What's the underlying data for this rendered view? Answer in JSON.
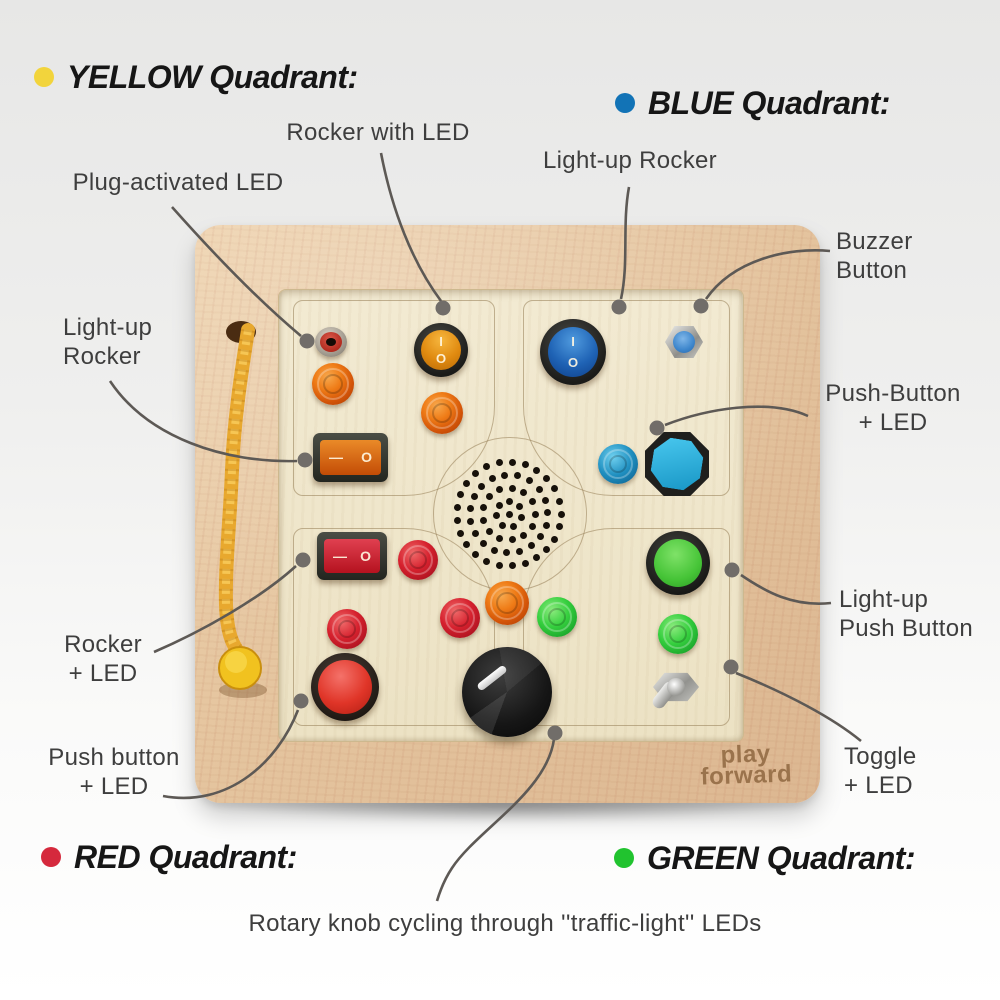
{
  "headings": {
    "yellow": {
      "label": "YELLOW Quadrant:",
      "dot_color": "#f2d43c"
    },
    "blue": {
      "label": "BLUE Quadrant:",
      "dot_color": "#1273b6"
    },
    "red": {
      "label": "RED Quadrant:",
      "dot_color": "#d5293d"
    },
    "green": {
      "label": "GREEN Quadrant:",
      "dot_color": "#21c32f"
    }
  },
  "labels": {
    "rocker_with_led": "Rocker with LED",
    "plug_activated_led": "Plug-activated LED",
    "light_up_rocker_top": "Light-up Rocker",
    "buzzer_button_line1": "Buzzer",
    "buzzer_button_line2": "Button",
    "push_button_led_line1": "Push-Button",
    "push_button_led_line2": "+ LED",
    "light_up_rocker_left_line1": "Light-up",
    "light_up_rocker_left_line2": "Rocker",
    "rocker_led_line1": "Rocker",
    "rocker_led_line2": "+ LED",
    "push_button_red_line1": "Push button",
    "push_button_red_line2": "+ LED",
    "light_up_push_line1": "Light-up",
    "light_up_push_line2": "Push Button",
    "toggle_led_line1": "Toggle",
    "toggle_led_line2": "+ LED",
    "rotary_note": "Rotary knob cycling through ''traffic-light'' LEDs"
  },
  "board": {
    "logo_line1": "play",
    "logo_line2": "forward",
    "rocker_markings": {
      "on": "I",
      "off": "O",
      "dash": "—"
    },
    "colors": {
      "wood": "#e5c59f",
      "panel": "#efe6cc",
      "engraving": "#a58f68",
      "callout_line": "#5d5955",
      "rope": "#e8a82e"
    }
  }
}
